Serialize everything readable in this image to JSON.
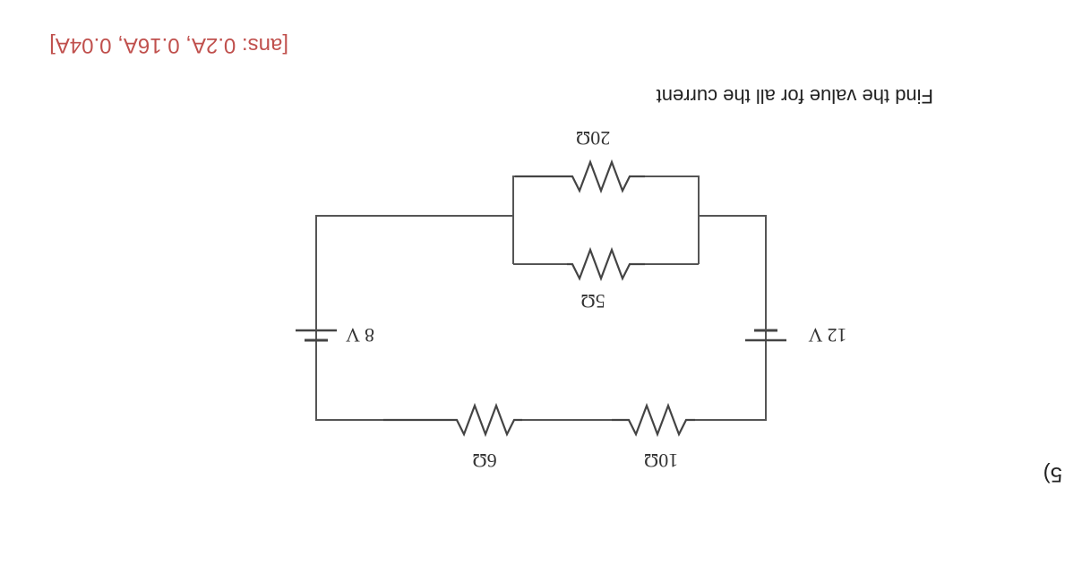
{
  "question": {
    "number": "5)",
    "instruction": "Find the value for all the current",
    "answer": "[ans: 0.2A, 0.16A, 0.04A]"
  },
  "circuit": {
    "resistors": [
      {
        "id": "r-top",
        "label": "20Ω"
      },
      {
        "id": "r-mid",
        "label": "5Ω"
      },
      {
        "id": "r-left",
        "label": "10Ω"
      },
      {
        "id": "r-right",
        "label": "6Ω"
      }
    ],
    "batteries": [
      {
        "id": "bat-left",
        "label": "12 V"
      },
      {
        "id": "bat-right",
        "label": "8 V"
      }
    ]
  },
  "colors": {
    "answer": "#c0504d",
    "text": "#222222",
    "wire": "#555555"
  }
}
